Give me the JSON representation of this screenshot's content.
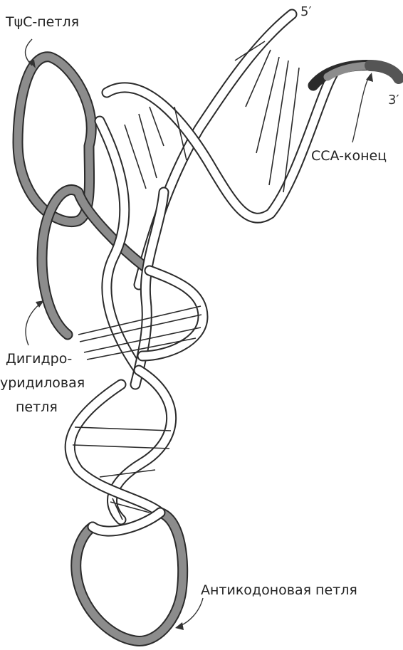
{
  "labels": {
    "tpsic_loop": "TψC-петля",
    "cca_end": "CCA-конец",
    "dihydrouridine_line1": "Дигидро-",
    "dihydrouridine_line2": "уридиловая",
    "dihydrouridine_line3": "петля",
    "anticodon_loop": "Антикодоновая петля"
  },
  "ends": {
    "five_prime": "5′",
    "three_prime": "3′"
  },
  "colors": {
    "strand_outline": "#2b2b2b",
    "strand_fill": "#ffffff",
    "loop_gray": "#8c8c8c",
    "cca_dark": "#555555"
  }
}
